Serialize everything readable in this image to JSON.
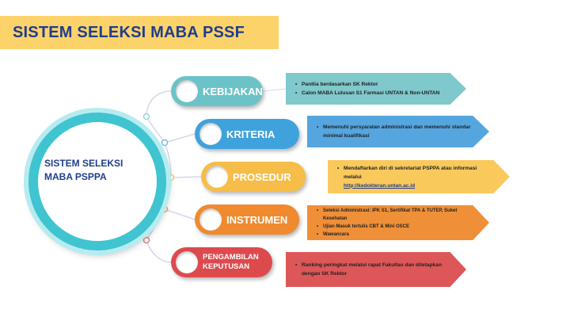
{
  "title": "SISTEM SELEKSI MABA PSSF",
  "center_label": "SISTEM SELEKSI\nMABA PSPPA",
  "items": [
    {
      "label": "KEBIJAKAN",
      "bullets": [
        "Panitia berdasarkan SK Rektor",
        "Calon MABA Lulusan S1 Farmasi UNTAN & Non-UNTAN"
      ]
    },
    {
      "label": "KRITERIA",
      "bullets": [
        "Memenuhi persyaratan administrasi dan memenuhi standar minimal kualifikasi"
      ]
    },
    {
      "label": "PROSEDUR",
      "bullets": [
        "Mendaftarkan diri di sekretariat PSPPA atau informasi melalui"
      ],
      "link": "http://kedokteran.untan.ac.id"
    },
    {
      "label": "INSTRUMEN",
      "bullets": [
        "Seleksi Administrasi: IPK S1, Sertifikat TPA & TUTEP, Suket Kesehatan",
        "Ujian Masuk tertulis CBT & Mini OSCE",
        "Wawancara"
      ]
    },
    {
      "label": "PENGAMBILAN KEPUTUSAN",
      "bullets": [
        "Ranking peringkat melalui rapat Fakultas dan ditetapkan dengan SK Rektor"
      ]
    }
  ],
  "colors": {
    "title_bg": "#fcd26a",
    "title_text": "#1f3d8c",
    "ring": "#3fc4d0",
    "kebijakan": "#6cc3c7",
    "kriteria": "#3fa2dd",
    "prosedur": "#f6bd48",
    "instrumen": "#ef8a2f",
    "keputusan": "#dd4a4e"
  }
}
